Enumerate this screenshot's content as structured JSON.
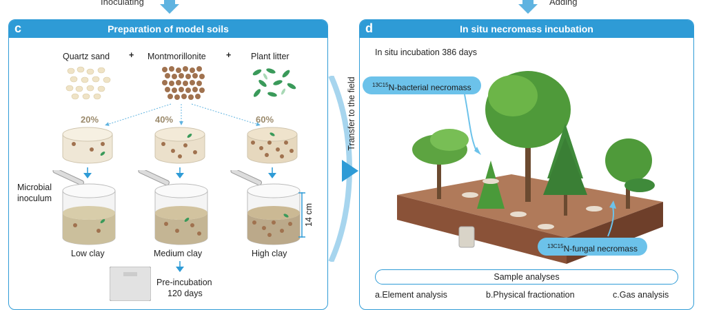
{
  "top": {
    "left_step": "Inoculating",
    "right_step": "Adding"
  },
  "panel_c": {
    "letter": "c",
    "title": "Preparation of model soils",
    "ingredients": [
      "Quartz sand",
      "Montmorillonite",
      "Plant litter"
    ],
    "plus": "+",
    "percentages": [
      "20%",
      "40%",
      "60%"
    ],
    "microbial_label_1": "Microbial",
    "microbial_label_2": "inoculum",
    "clay_levels": [
      "Low clay",
      "Medium clay",
      "High clay"
    ],
    "height_label": "14 cm",
    "pre_incubation_1": "Pre-incubation",
    "pre_incubation_2": "120 days"
  },
  "transfer_label": "Transfer to the field",
  "panel_d": {
    "letter": "d",
    "title": "In situ necromass incubation",
    "incubation_text": "In situ incubation 386 days",
    "bacterial_sup": "13C15",
    "bacterial_label": "N-bacterial necromass",
    "fungal_label": "N-fungal necromass",
    "sample_analyses": "Sample analyses",
    "analyses": [
      "a.Element analysis",
      "b.Physical fractionation",
      "c.Gas analysis"
    ]
  },
  "colors": {
    "accent": "#2e9bd6",
    "bubble": "#6cc2ea",
    "soil_top": "#b07a5a",
    "soil_side": "#8a5238"
  }
}
